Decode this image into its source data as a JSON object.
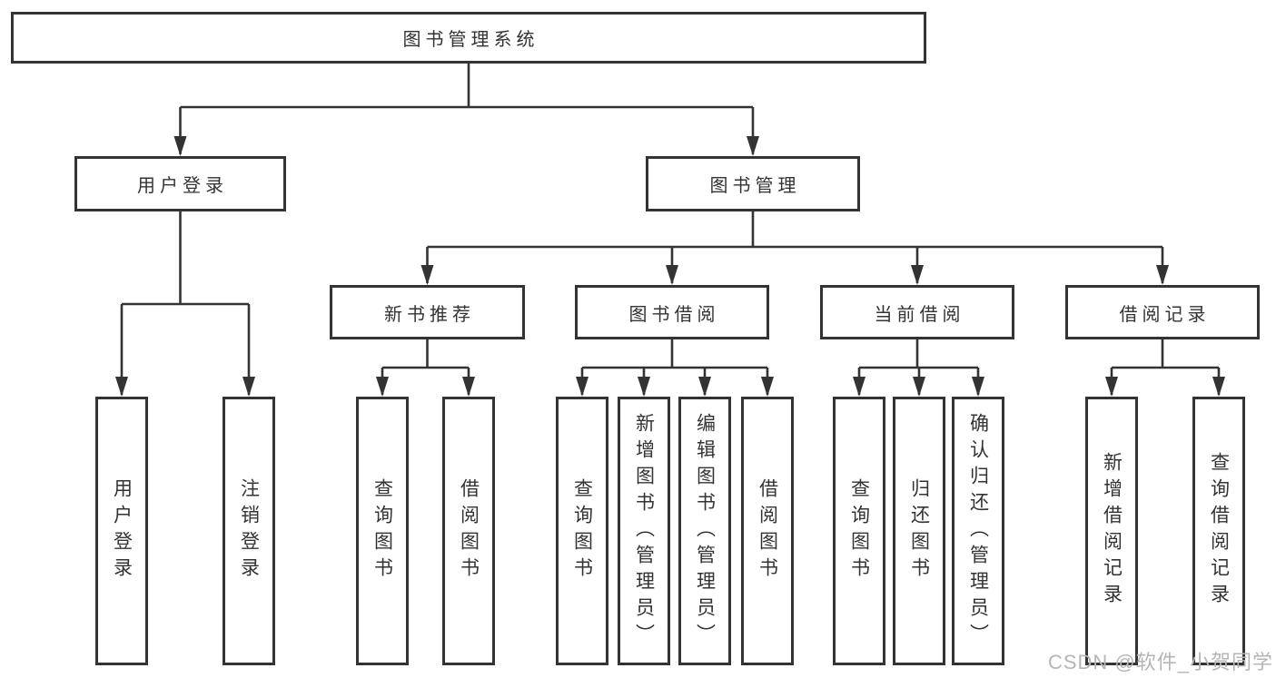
{
  "diagram": {
    "root": {
      "label": "图书管理系统",
      "children": [
        {
          "label": "用户登录",
          "children": [
            {
              "label": "用户登录"
            },
            {
              "label": "注销登录"
            }
          ]
        },
        {
          "label": "图书管理",
          "children": [
            {
              "label": "新书推荐",
              "children": [
                {
                  "label": "查询图书"
                },
                {
                  "label": "借阅图书"
                }
              ]
            },
            {
              "label": "图书借阅",
              "children": [
                {
                  "label": "查询图书"
                },
                {
                  "label": "新增图书（管理员）"
                },
                {
                  "label": "编辑图书（管理员）"
                },
                {
                  "label": "借阅图书"
                }
              ]
            },
            {
              "label": "当前借阅",
              "children": [
                {
                  "label": "查询图书"
                },
                {
                  "label": "归还图书"
                },
                {
                  "label": "确认归还（管理员）"
                }
              ]
            },
            {
              "label": "借阅记录",
              "children": [
                {
                  "label": "新增借阅记录"
                },
                {
                  "label": "查询借阅记录"
                }
              ]
            }
          ]
        }
      ]
    }
  },
  "watermark": {
    "text": "CSDN @软件_小贺同学"
  },
  "colors": {
    "line": "#333333",
    "box_border": "#333333",
    "box_bg": "#ffffff",
    "text": "#333333",
    "watermark": "#b5b5b5",
    "page_bg": "#ffffff"
  }
}
